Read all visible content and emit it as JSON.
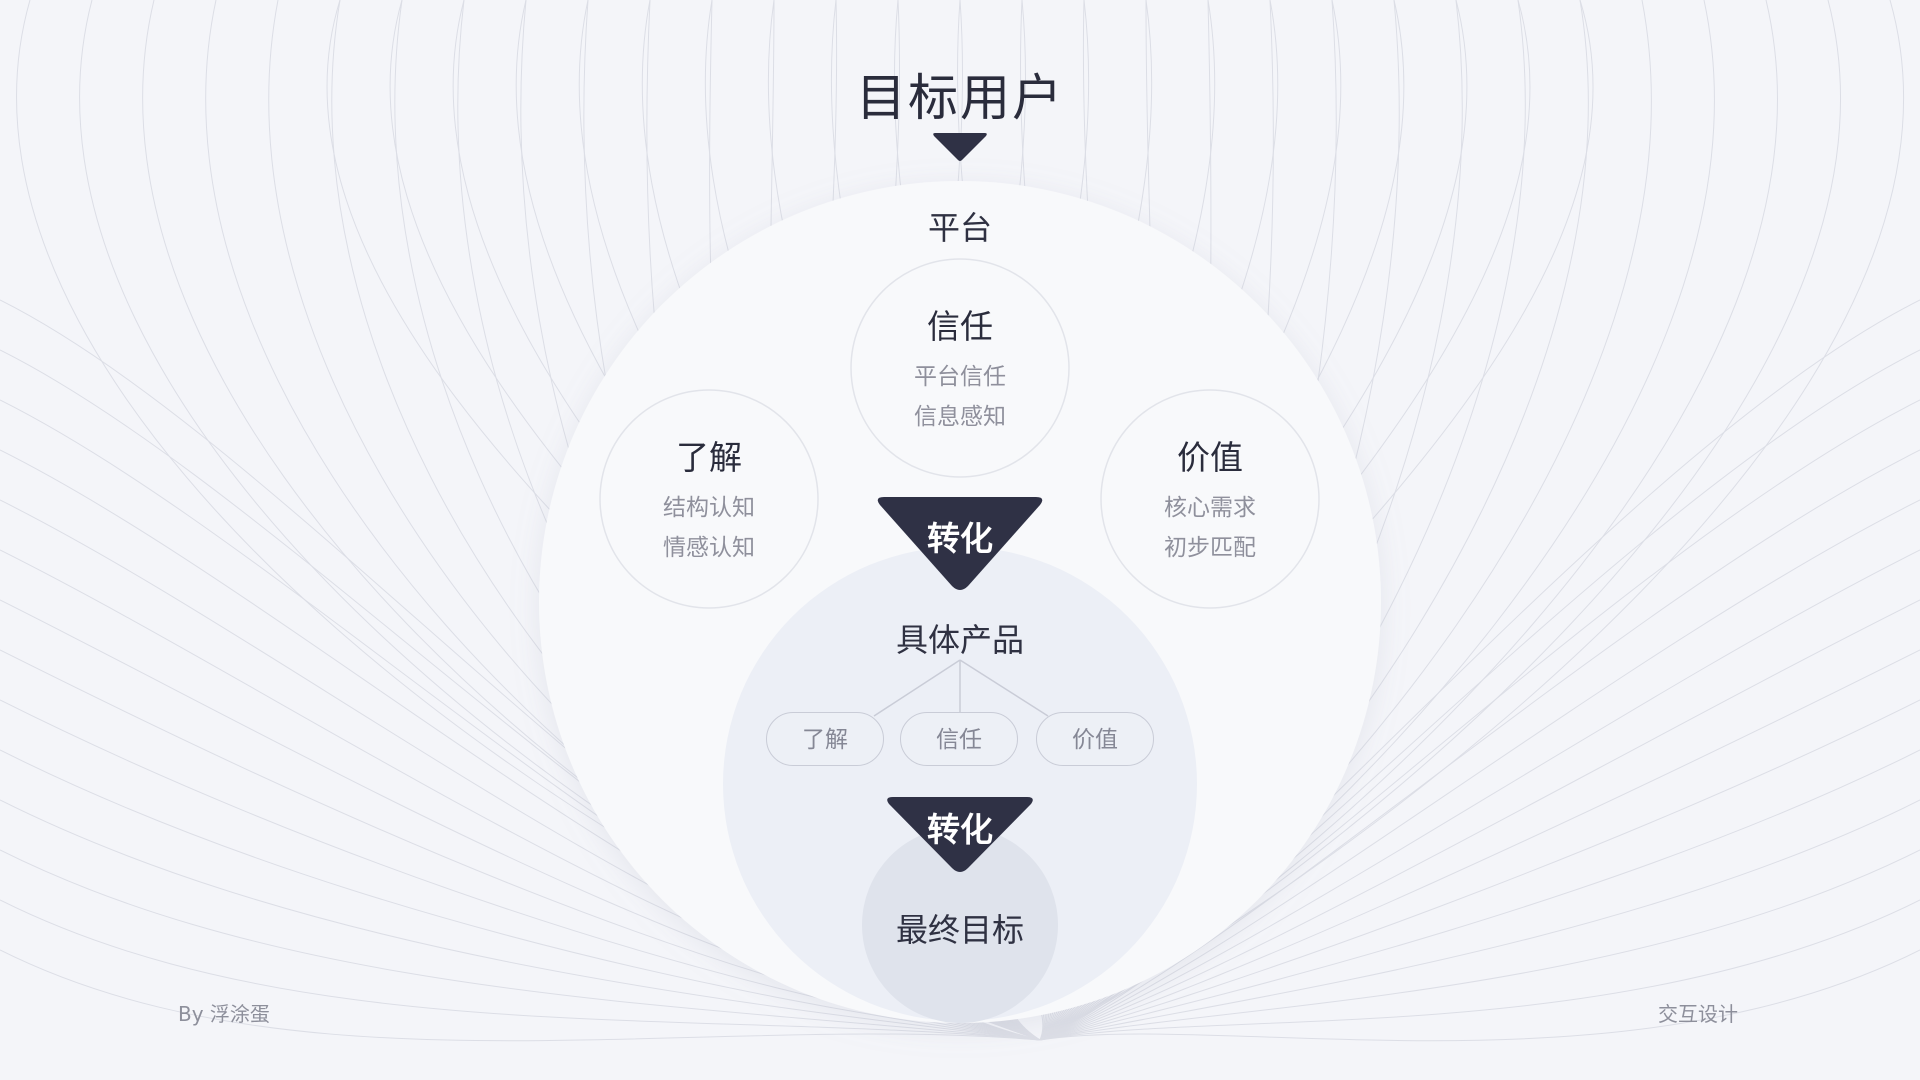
{
  "title": "目标用户",
  "platform": {
    "label": "平台",
    "nodes": {
      "trust": {
        "title": "信任",
        "lines": [
          "平台信任",
          "信息感知"
        ]
      },
      "understand": {
        "title": "了解",
        "lines": [
          "结构认知",
          "情感认知"
        ]
      },
      "value": {
        "title": "价值",
        "lines": [
          "核心需求",
          "初步匹配"
        ]
      }
    }
  },
  "convert_label_1": "转化",
  "product": {
    "label": "具体产品",
    "pills": [
      "了解",
      "信任",
      "价值"
    ]
  },
  "convert_label_2": "转化",
  "goal": {
    "label": "最终目标"
  },
  "footer": {
    "author": "By 浮涂蛋",
    "category": "交互设计"
  },
  "colors": {
    "background": "#f4f5f9",
    "dark_triangle": "#2f3145",
    "outer_circle": "#f8f9fb",
    "inner_circle": "#eceff6",
    "goal_circle": "#dfe3ec"
  }
}
